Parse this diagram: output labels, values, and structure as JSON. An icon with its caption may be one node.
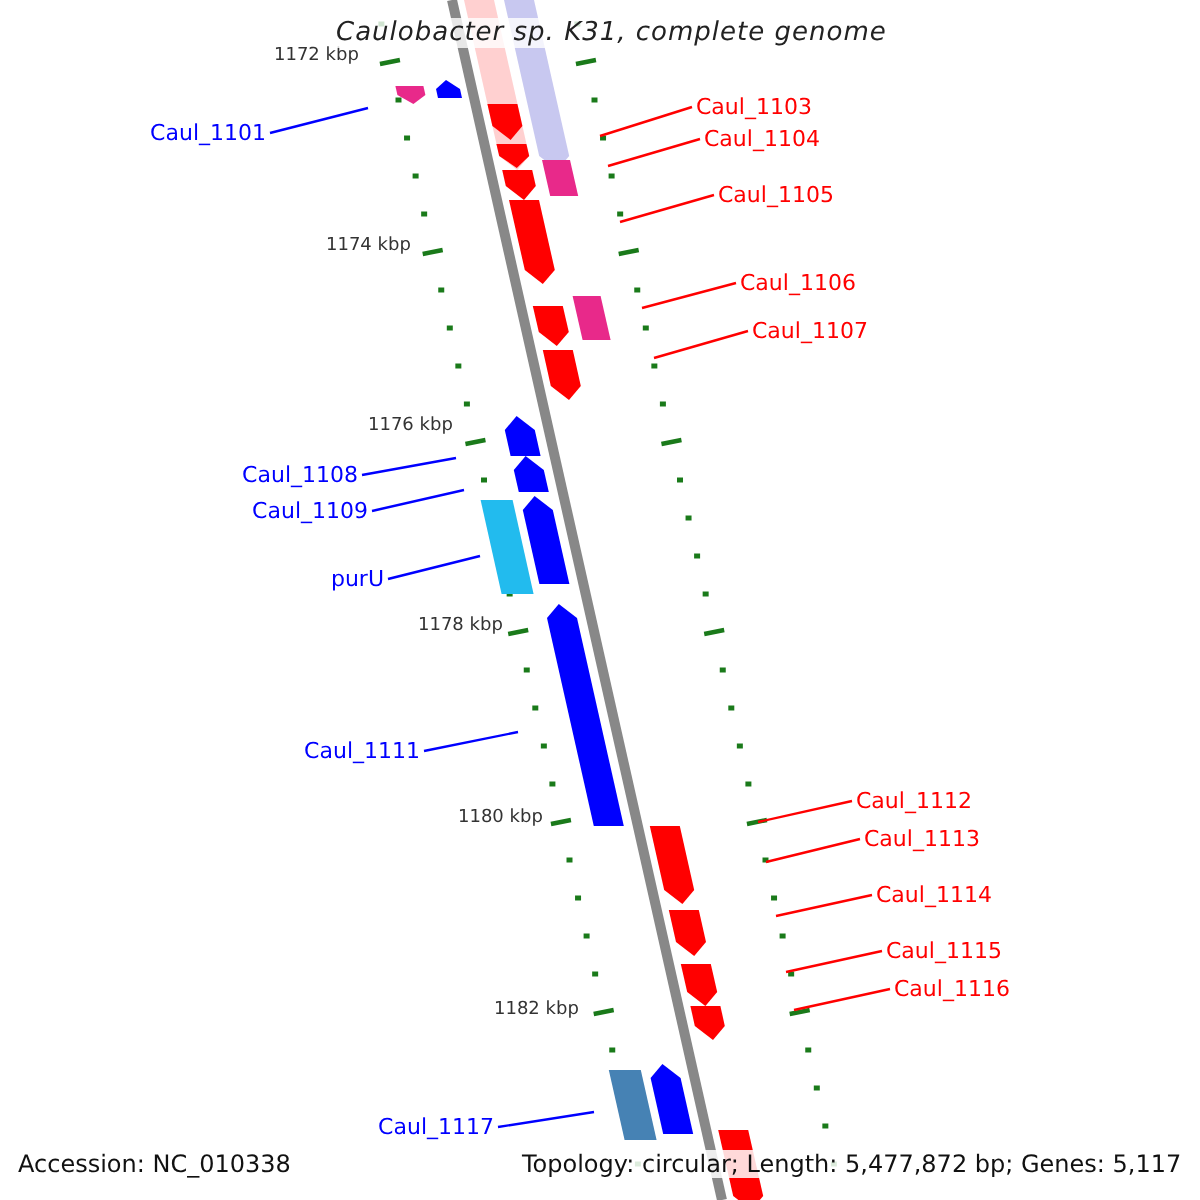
{
  "diagram": {
    "title": "Caulobacter sp. K31, complete genome",
    "nodes": [
      {
        "text": [
          "Caul_1101"
        ]
      },
      {
        "text": [
          "Caul_1103"
        ]
      },
      {
        "text": [
          "Caul_1104"
        ]
      },
      {
        "text": [
          "Caul_1105"
        ]
      },
      {
        "text": [
          "Caul_1106"
        ]
      },
      {
        "text": [
          "Caul_1107"
        ]
      },
      {
        "text": [
          "Caul_1108"
        ]
      },
      {
        "text": [
          "Caul_1109"
        ]
      },
      {
        "text": [
          "purU"
        ]
      },
      {
        "text": [
          "Caul_1111"
        ]
      },
      {
        "text": [
          "Caul_1112"
        ]
      },
      {
        "text": [
          "Caul_1113"
        ]
      },
      {
        "text": [
          "Caul_1114"
        ]
      },
      {
        "text": [
          "Caul_1115"
        ]
      },
      {
        "text": [
          "Caul_1116"
        ]
      },
      {
        "text": [
          "Caul_1117"
        ]
      }
    ],
    "edges": [
      {
        "from": 0,
        "to": null,
        "arrow": "none",
        "color": "#0000ff"
      },
      {
        "from": 1,
        "to": null,
        "arrow": "none"
      },
      {
        "from": 2,
        "to": null,
        "arrow": "none"
      },
      {
        "from": 3,
        "to": null,
        "arrow": "none"
      },
      {
        "from": 4,
        "to": null,
        "arrow": "none"
      },
      {
        "from": 5,
        "to": null,
        "arrow": "none"
      },
      {
        "from": 6,
        "to": null,
        "arrow": "none",
        "color": "#0000ff"
      },
      {
        "from": 7,
        "to": null,
        "arrow": "none",
        "color": "#0000ff"
      },
      {
        "from": 8,
        "to": null,
        "arrow": "none",
        "color": "#0000ff"
      },
      {
        "from": 9,
        "to": null,
        "arrow": "none",
        "color": "#0000ff"
      },
      {
        "from": 10,
        "to": null,
        "arrow": "none"
      },
      {
        "from": 11,
        "to": null,
        "arrow": "none"
      },
      {
        "from": 12,
        "to": null,
        "arrow": "none"
      },
      {
        "from": 13,
        "to": null,
        "arrow": "none"
      },
      {
        "from": 14,
        "to": null,
        "arrow": "none"
      },
      {
        "from": 15,
        "to": null,
        "arrow": "none",
        "color": "#0000ff"
      }
    ],
    "labels": [
      "1172 kbp",
      "1174 kbp",
      "1176 kbp",
      "1178 kbp",
      "1180 kbp",
      "1182 kbp",
      "Accession: NC_010338",
      "Topology: circular; Length: 5,477,872 bp; Genes: 5,117"
    ]
  }
}
